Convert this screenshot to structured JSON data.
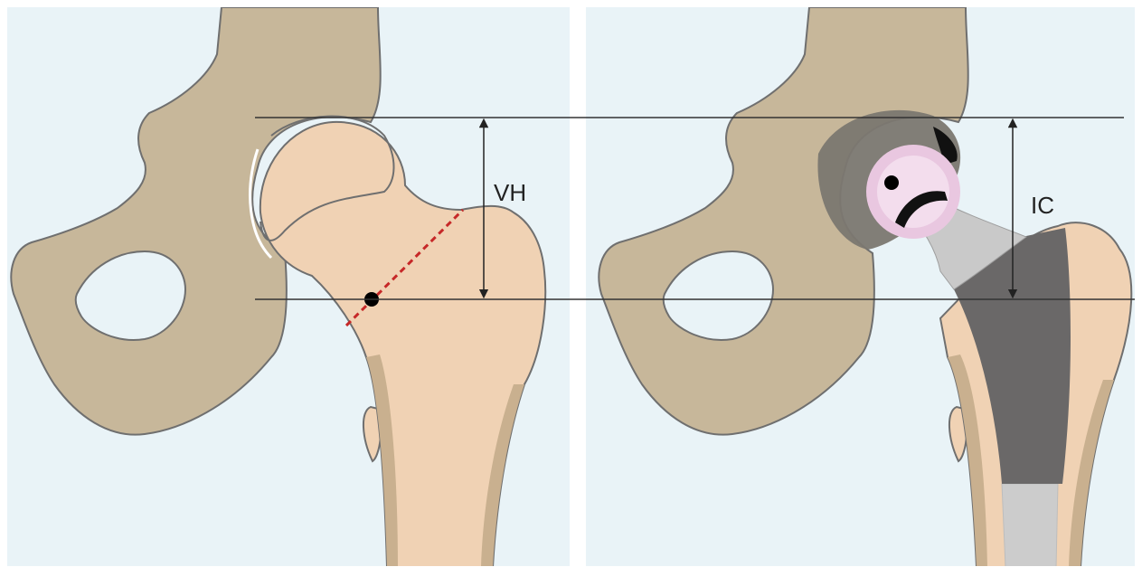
{
  "panels": [
    {
      "id": "native-hip",
      "measure_label": "VH"
    },
    {
      "id": "prosthetic-hip",
      "measure_label": "IC"
    }
  ],
  "colors": {
    "background": "#e9f3f7",
    "pelvis_bone": "#c7b79a",
    "femur_bone": "#f0d2b4",
    "cortex": "#c9b08f",
    "outline": "#6f6f6f",
    "reference_line": "#333333",
    "neck_axis": "#c62828",
    "cup_shell": "#7b7770",
    "liner": "#e9c7e0",
    "stem_coated": "#6a6868",
    "stem_neck": "#c9c9c9"
  }
}
